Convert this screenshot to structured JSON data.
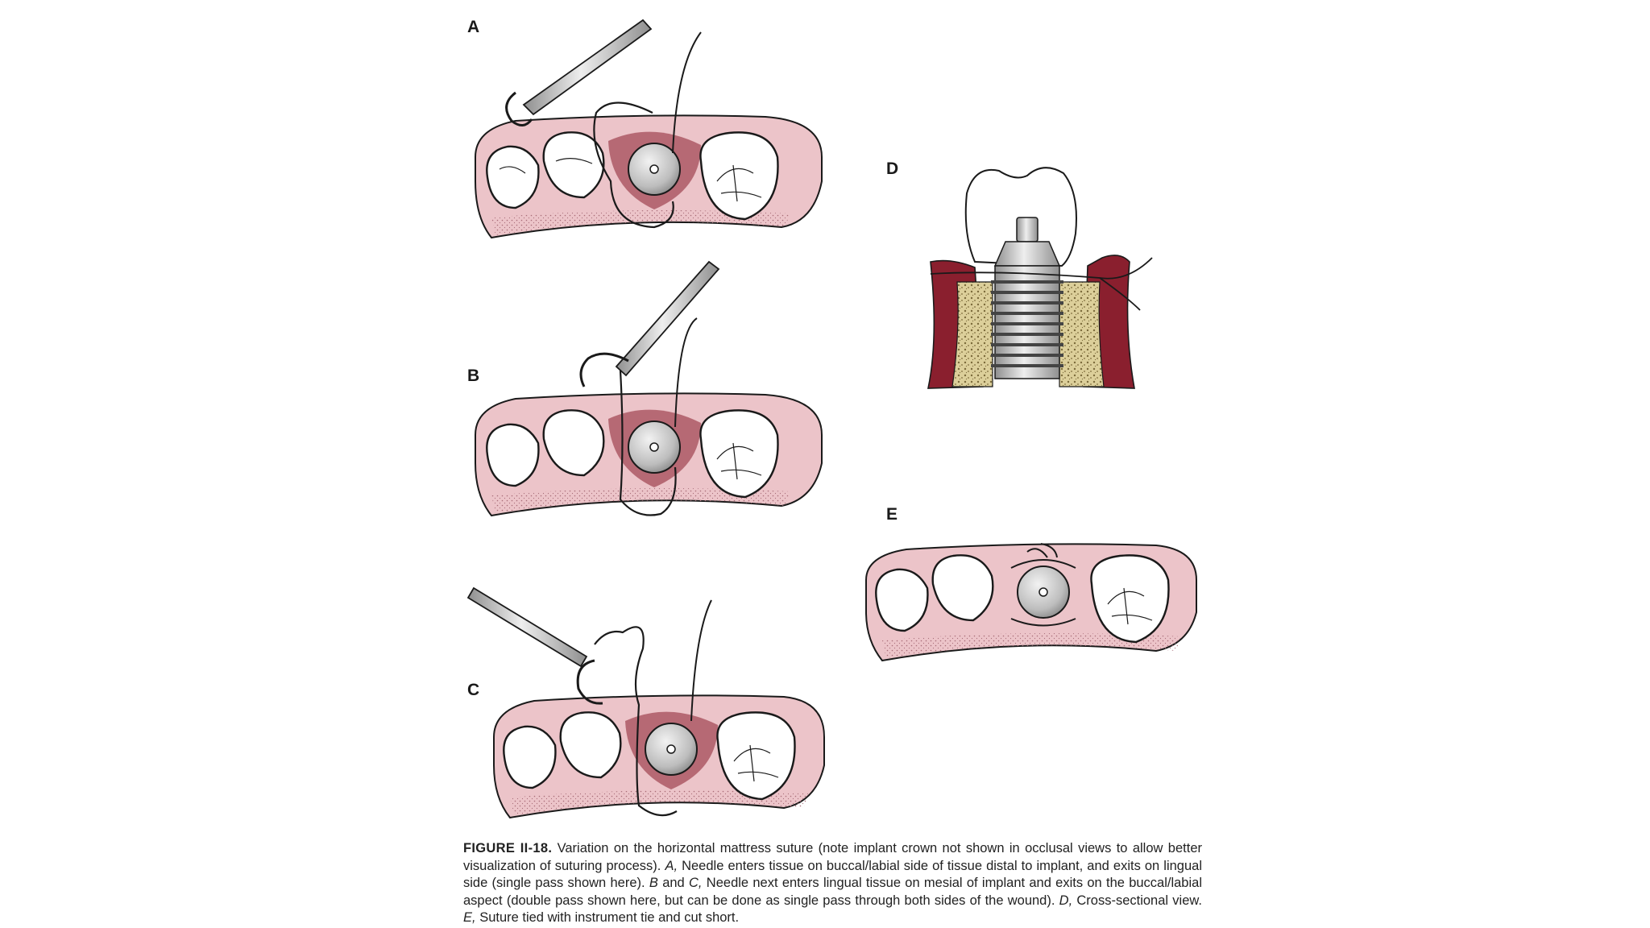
{
  "panels": {
    "a": "A",
    "b": "B",
    "c": "C",
    "d": "D",
    "e": "E"
  },
  "caption": {
    "figure_id": "FIGURE II-18.",
    "s1": "Variation on the horizontal mattress suture (note implant crown not shown in occlusal views to allow better visualization of suturing process).",
    "a_label": "A,",
    "a_text": "Needle enters tissue on buccal/labial side of tissue distal to implant, and exits on lingual side (single pass shown here).",
    "bc_label": "B",
    "and_word": "and",
    "c_label": "C,",
    "bc_text": "Needle next enters lingual tissue on mesial of implant and exits on the buccal/labial aspect (double pass shown here, but can be done as single pass through both sides of the wound).",
    "d_label": "D,",
    "d_text": "Cross-sectional view.",
    "e_label": "E,",
    "e_text": "Suture tied with instrument tie and cut short."
  },
  "colors": {
    "gingiva": "#ecc4c9",
    "gingiva_dark": "#8a1f2e",
    "bone": "#dccf9a",
    "implant_metal": "#c8c8c8",
    "line": "#1a1a1a"
  }
}
